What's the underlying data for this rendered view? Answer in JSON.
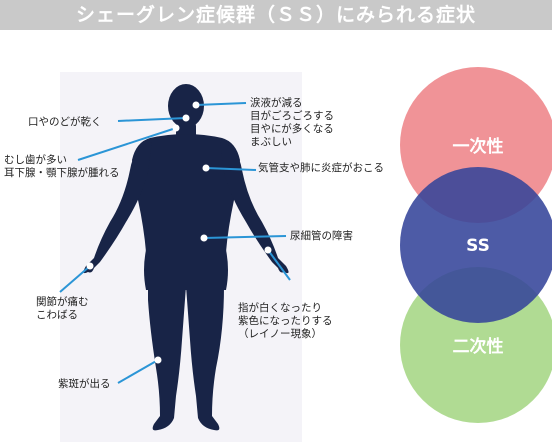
{
  "title": "シェーグレン症候群（ＳＳ）にみられる症状",
  "symptoms": {
    "eyes": [
      "涙液が減る",
      "目がごろごろする",
      "目やにが多くなる",
      "まぶしい"
    ],
    "mouth": "口やのどが乾く",
    "glands": [
      "むし歯が多い",
      "耳下腺・顎下腺が腫れる"
    ],
    "bronchi": "気管支や肺に炎症がおこる",
    "kidney": "尿細管の障害",
    "joints": [
      "関節が痛む",
      "こわばる"
    ],
    "fingers": [
      "指が白くなったり",
      "紫色になったりする",
      "（レイノー現象）"
    ],
    "purpura": "紫斑が出る"
  },
  "venn": {
    "top": {
      "label": "一次性",
      "color": "#ef8a8e"
    },
    "middle": {
      "label": "SS",
      "color": "#34449a"
    },
    "bottom": {
      "label": "二次性",
      "color": "#a9d88a"
    }
  },
  "colors": {
    "silhouette": "#182447",
    "leader": "#2b95d6",
    "title_bg": "#c9c9c9"
  }
}
